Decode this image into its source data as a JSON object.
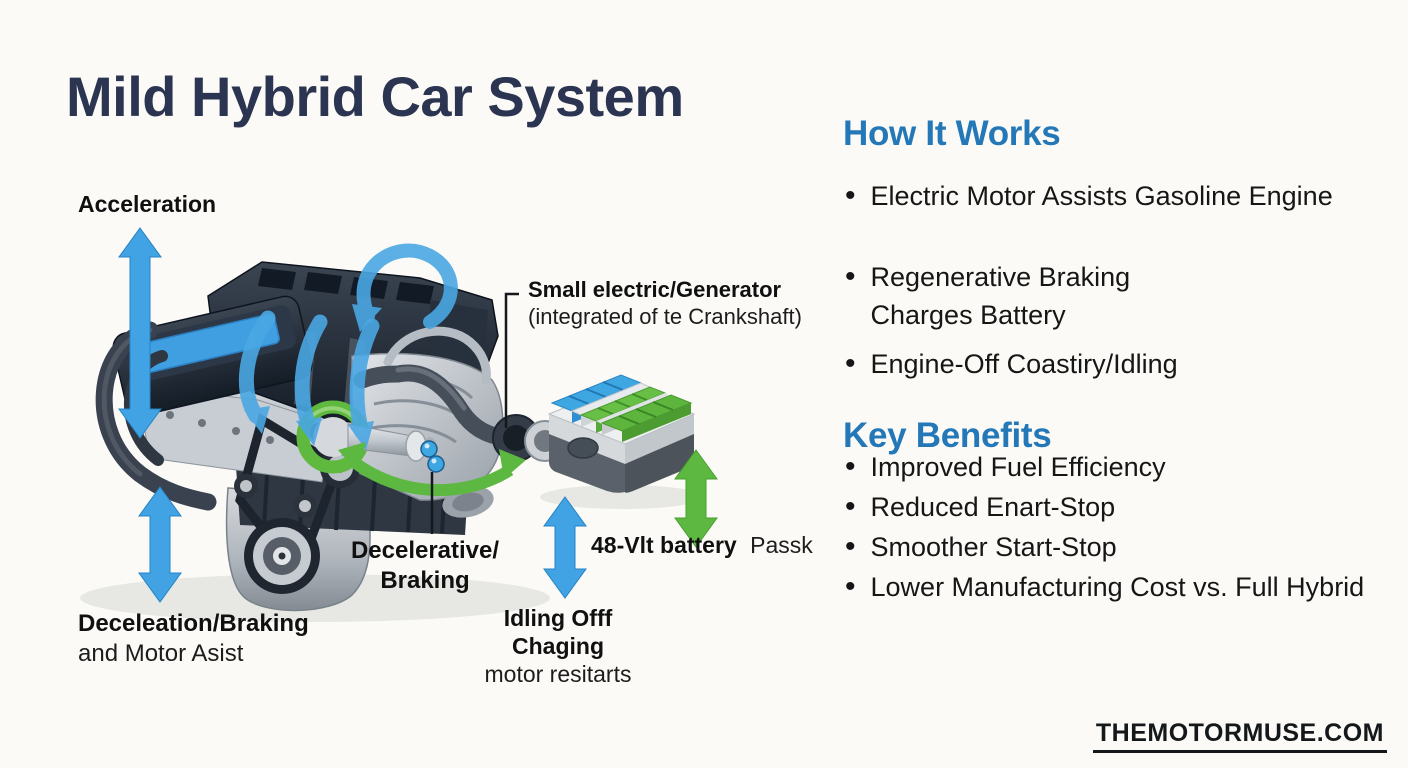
{
  "title": "Mild Hybrid Car System",
  "colors": {
    "background": "#fbfaf7",
    "title_navy": "#2b3450",
    "heading_blue": "#2478b7",
    "arrow_blue": "#41a3e3",
    "arrow_green": "#5cb840",
    "engine_dark": "#222c39",
    "engine_silver": "#c3c9cf",
    "body_text": "#161616"
  },
  "diagram": {
    "labels": {
      "acceleration": "Acceleration",
      "deceleration_line1": "Deceleation/Braking",
      "deceleration_line2": "and Motor Asist",
      "decelerative_line1": "Decelerative/",
      "decelerative_line2": "Braking",
      "generator_line1": "Small electric/Generator",
      "generator_line2": "(integrated of te Crankshaft)",
      "battery_bold": "48-Vlt battery",
      "battery_regular": "Passk",
      "idling_line1": "Idling Offf",
      "idling_line2": "Chaging",
      "idling_line3": "motor resitarts"
    },
    "icons": [
      "acceleration-double-arrow-blue",
      "deceleration-double-arrow-blue",
      "idling-double-arrow-blue",
      "battery-double-arrow-green",
      "airflow-loop-arrow-blue",
      "regen-curve-arrow-green",
      "engine-illustration",
      "battery-pack-illustration"
    ]
  },
  "how_it_works": {
    "heading": "How It Works",
    "items": [
      {
        "line1": "Electric Motor Assists Gasoline Engine"
      },
      {
        "line1": "Regenerative Braking",
        "line2": "Charges Battery"
      },
      {
        "line1": "Engine-Off Coastiry/Idling"
      }
    ]
  },
  "key_benefits": {
    "heading": "Key Benefits",
    "items": [
      "Improved Fuel Efficiency",
      "Reduced Enart-Stop",
      "Smoother Start-Stop",
      "Lower Manufacturing Cost vs. Full Hybrid"
    ]
  },
  "footer": {
    "brand": "THEMOTORMUSE.COM"
  }
}
